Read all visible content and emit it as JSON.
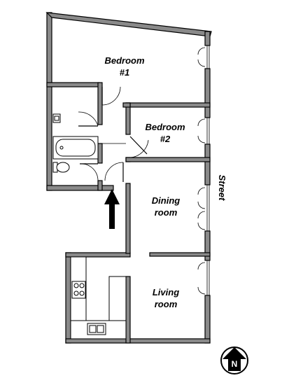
{
  "rooms": {
    "bedroom1": {
      "line1": "Bedroom",
      "line2": "#1"
    },
    "bedroom2": {
      "line1": "Bedroom",
      "line2": "#2"
    },
    "dining": {
      "line1": "Dining",
      "line2": "room"
    },
    "living": {
      "line1": "Living",
      "line2": "room"
    }
  },
  "street_label": "Street",
  "compass_letter": "N",
  "icons": {
    "entrance": "entrance-arrow-icon",
    "north": "north-compass-icon"
  },
  "colors": {
    "wall": "#8a8a8a",
    "ink": "#000000"
  }
}
